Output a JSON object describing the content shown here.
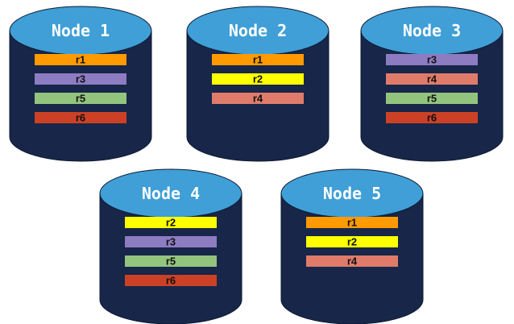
{
  "colors": {
    "cylinder_body": "#172649",
    "cylinder_top": "#3f9fd6",
    "cylinder_outline": "#0e1a33",
    "r1": "#ff9a00",
    "r2": "#ffff00",
    "r3": "#8e7cc3",
    "r4": "#e07b6a",
    "r5": "#93c47d",
    "r6": "#cc4125"
  },
  "nodes": [
    {
      "title": "Node 1",
      "replicas": [
        "r1",
        "r3",
        "r5",
        "r6"
      ]
    },
    {
      "title": "Node 2",
      "replicas": [
        "r1",
        "r2",
        "r4"
      ]
    },
    {
      "title": "Node 3",
      "replicas": [
        "r3",
        "r4",
        "r5",
        "r6"
      ]
    },
    {
      "title": "Node 4",
      "replicas": [
        "r2",
        "r3",
        "r5",
        "r6"
      ]
    },
    {
      "title": "Node 5",
      "replicas": [
        "r1",
        "r2",
        "r4"
      ]
    }
  ]
}
